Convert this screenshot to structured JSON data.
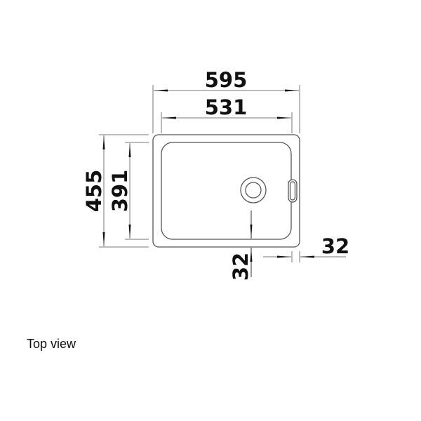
{
  "drawing": {
    "caption": "Top view",
    "line_color": "#555555",
    "text_color": "#111111",
    "dimensions": {
      "overall_width": "595",
      "bowl_width": "531",
      "overall_depth": "455",
      "bowl_depth": "391",
      "edge_offset_bottom": "32",
      "edge_offset_right": "32"
    },
    "components": [
      "outer-rim",
      "inner-bowl",
      "drain",
      "overflow-slot"
    ]
  }
}
